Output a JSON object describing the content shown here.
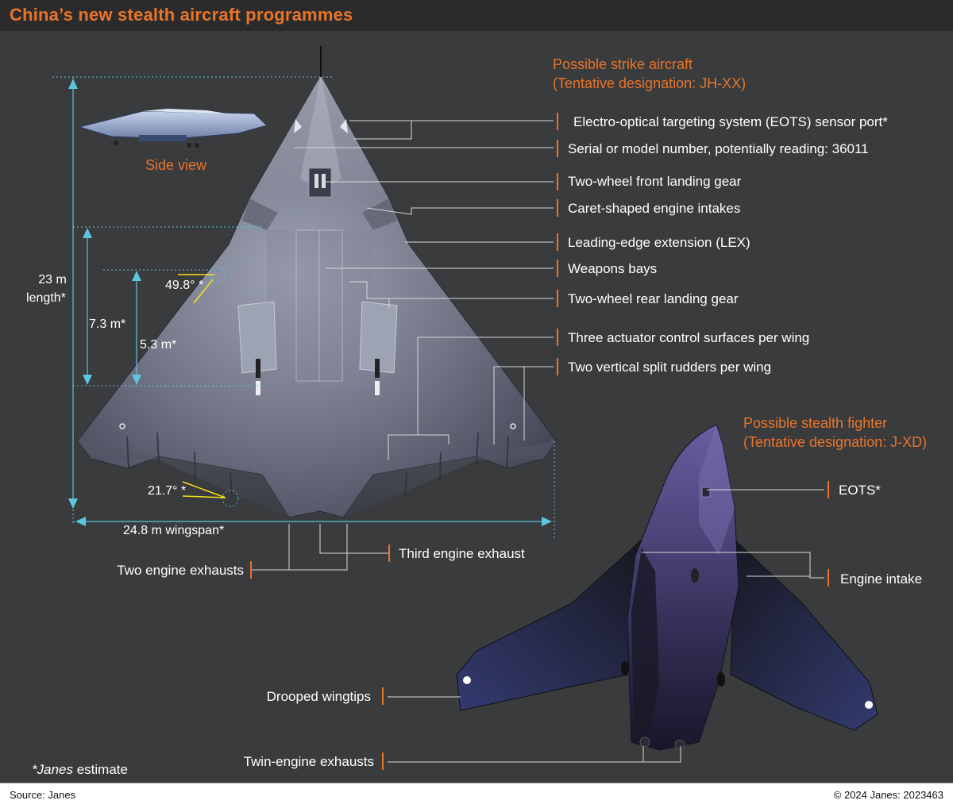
{
  "title": "China’s new stealth aircraft programmes",
  "colors": {
    "accent": "#e8742a",
    "panel": "#3a3b3d",
    "dimension_line": "#5cc6dc",
    "angle_line": "#f2e21a"
  },
  "strike_aircraft": {
    "header_line1": "Possible strike aircraft",
    "header_line2": "(Tentative designation: JH-XX)",
    "side_view_label": "Side view",
    "callouts": [
      "Electro-optical targeting system (EOTS) sensor port*",
      "Serial or model number, potentially reading: 36011",
      "Two-wheel front landing gear",
      "Caret-shaped engine intakes",
      "Leading-edge extension (LEX)",
      "Weapons bays",
      "Two-wheel rear landing gear",
      "Three actuator control surfaces per wing",
      "Two vertical split rudders per wing"
    ],
    "bottom_callouts": {
      "third_engine_exhaust": "Third engine exhaust",
      "two_engine_exhausts": "Two engine exhausts"
    },
    "dimensions": {
      "length_line1": "23 m",
      "length_line2": "length*",
      "lex_length": "7.3 m*",
      "bay_length": "5.3 m*",
      "sweep_angle": "49.8° *",
      "trailing_angle": "21.7° *",
      "wingspan": "24.8 m wingspan*"
    }
  },
  "stealth_fighter": {
    "header_line1": "Possible stealth fighter",
    "header_line2": "(Tentative designation: J-XD)",
    "callouts": {
      "eots": "EOTS*",
      "engine_intake": "Engine intake",
      "drooped_wingtips": "Drooped wingtips",
      "twin_engine_exhausts": "Twin-engine exhausts"
    }
  },
  "estimate_note_italic": "*Janes",
  "estimate_note_rest": " estimate",
  "footer": {
    "source": "Source: Janes",
    "copyright": "© 2024 Janes: 2023463"
  }
}
